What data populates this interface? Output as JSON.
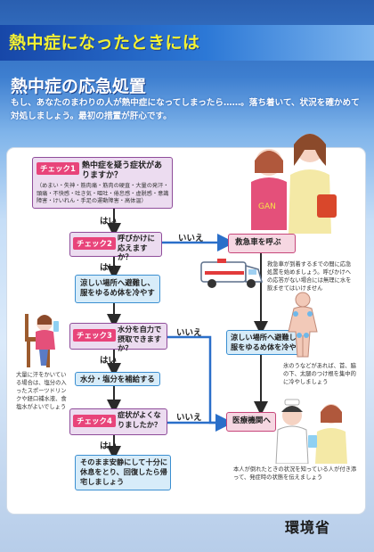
{
  "header": {
    "banner_title": "熱中症になったときには",
    "heading": "熱中症の応急処置",
    "intro": "もし、あなたのまわりの人が熱中症になってしまったら……。落ち着いて、状況を確かめて対処しましょう。最初の措置が肝心です。"
  },
  "flow": {
    "check1_badge": "チェック1",
    "check1_title": "熱中症を疑う症状がありますか？",
    "check1_detail": "（めまい・失神・筋肉痛・筋肉の硬直・大量の発汗・頭痛・不快感・吐き気・嘔吐・倦怠感・虚脱感・意識障害・けいれん・手足の運動障害・高体温）",
    "check2_badge": "チェック2",
    "check2_title": "呼びかけに応えますか？",
    "check3_badge": "チェック3",
    "check3_title": "水分を自力で摂取できますか？",
    "check4_badge": "チェック4",
    "check4_title": "症状がよくなりましたか？",
    "yes": "はい",
    "no": "いいえ",
    "action_cool": "涼しい場所へ避難し、服をゆるめ体を冷やす",
    "action_water": "水分・塩分を補給する",
    "action_rest": "そのまま安静にして十分に休息をとり、回復したら帰宅しましょう",
    "ambulance": "救急車を呼ぶ",
    "ambulance_note": "救急車が到着するまでの間に応急処置を始めましょう。呼びかけへの応答がない場合には無理に水を飲ませてはいけません",
    "cool_right": "涼しい場所へ避難し、服をゆるめ体を冷やす",
    "cool_note": "氷のうなどがあれば、首、脇の下、太腿のつけ根を集中的に冷やしましょう",
    "hospital": "医療機関へ",
    "hospital_note": "本人が倒れたときの状況を知っている人が付き添って、発症時の状態を伝えましょう",
    "drink_note": "大量に汗をかいている場合は、塩分の入ったスポーツドリンクや経口補水液、食塩水がよいでしょう"
  },
  "footer": {
    "ministry": "環境省"
  },
  "colors": {
    "banner_text": "#f4f233",
    "badge": "#e8447a",
    "arrow_blue": "#2a6fc9",
    "arrow_dark": "#2a2a2a"
  }
}
